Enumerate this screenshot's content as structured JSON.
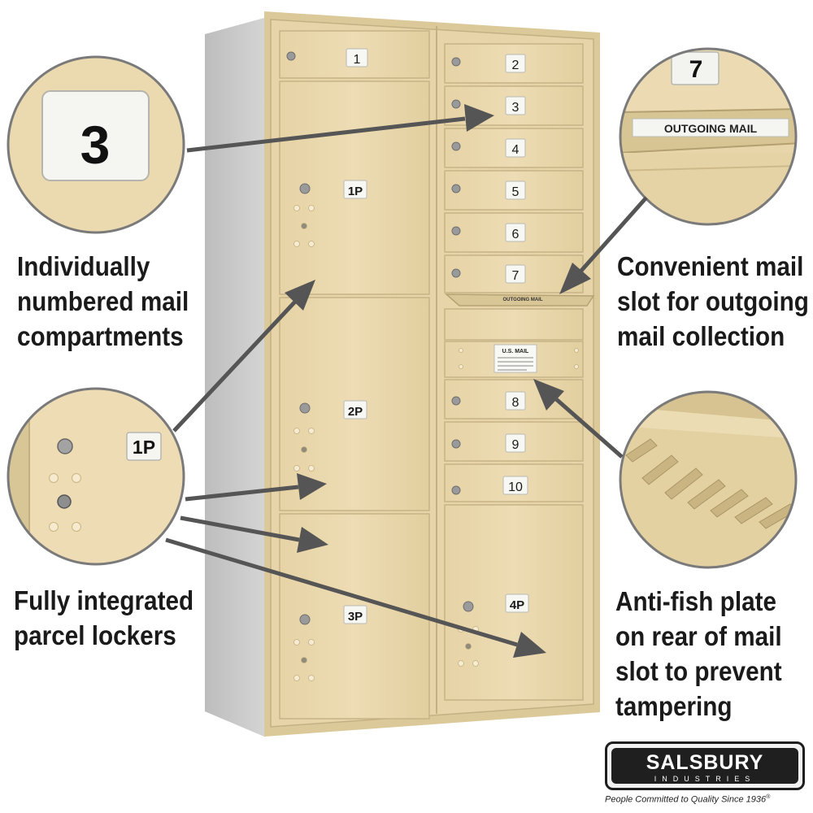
{
  "colors": {
    "sand": "#e9d8af",
    "sand_dark": "#cdb98a",
    "frame": "#d8c596",
    "wall": "#c9c9c9",
    "arrow": "#555555",
    "text": "#1a1a1a"
  },
  "mailbox": {
    "doors": [
      {
        "id": "door-1",
        "label": "1"
      },
      {
        "id": "door-2",
        "label": "2"
      },
      {
        "id": "door-3",
        "label": "3"
      },
      {
        "id": "door-4",
        "label": "4"
      },
      {
        "id": "door-5",
        "label": "5"
      },
      {
        "id": "door-6",
        "label": "6"
      },
      {
        "id": "door-7",
        "label": "7"
      },
      {
        "id": "door-8",
        "label": "8"
      },
      {
        "id": "door-9",
        "label": "9"
      },
      {
        "id": "door-10",
        "label": "10"
      }
    ],
    "parcel_lockers": [
      "1P",
      "2P",
      "3P",
      "4P"
    ],
    "outgoing_slot_label": "OUTGOING MAIL",
    "usmail_label": "U.S. MAIL"
  },
  "zooms": {
    "number": "3",
    "parcel": "1P",
    "slot_door": "7",
    "slot_label": "OUTGOING MAIL"
  },
  "callouts": {
    "compartments": [
      "Individually",
      "numbered mail",
      "compartments"
    ],
    "outgoing": [
      "Convenient mail",
      "slot for outgoing",
      "mail collection"
    ],
    "parcel": [
      "Fully integrated",
      "parcel lockers"
    ],
    "antifish": [
      "Anti-fish plate",
      "on rear of mail",
      "slot to prevent",
      "tampering"
    ]
  },
  "brand": {
    "name": "SALSBURY",
    "sub": "INDUSTRIES",
    "tagline": "People Committed to Quality Since 1936",
    "registered": "®"
  }
}
